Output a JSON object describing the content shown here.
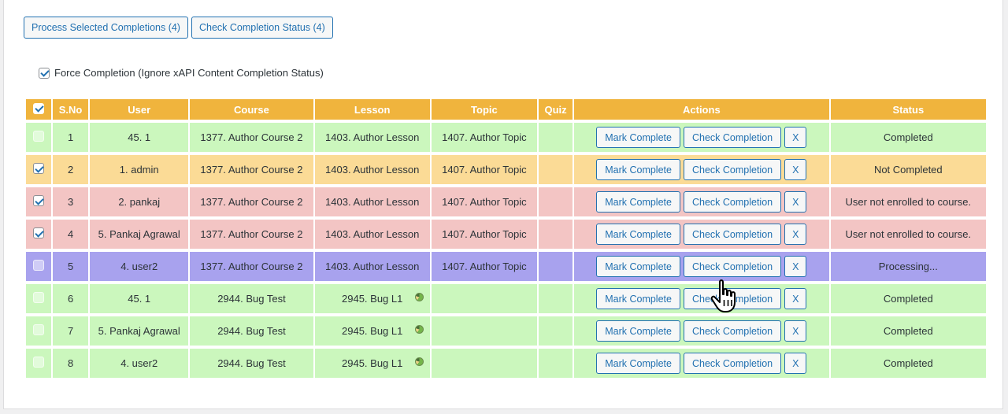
{
  "toolbar": {
    "process_label": "Process Selected Completions (4)",
    "check_label": "Check Completion Status (4)"
  },
  "force_option": {
    "label": "Force Completion (Ignore xAPI Content Completion Status)",
    "checked": true
  },
  "table": {
    "headers": {
      "sno": "S.No",
      "user": "User",
      "course": "Course",
      "lesson": "Lesson",
      "topic": "Topic",
      "quiz": "Quiz",
      "actions": "Actions",
      "status": "Status"
    },
    "actions": {
      "mark": "Mark Complete",
      "check": "Check Completion",
      "x": "X"
    },
    "rows": [
      {
        "sno": "1",
        "user": "45. 1",
        "course": "1377. Author Course 2",
        "lesson": "1403. Author Lesson",
        "topic": "1407. Author Topic",
        "quiz": "",
        "status": "Completed"
      },
      {
        "sno": "2",
        "user": "1. admin",
        "course": "1377. Author Course 2",
        "lesson": "1403. Author Lesson",
        "topic": "1407. Author Topic",
        "quiz": "",
        "status": "Not Completed"
      },
      {
        "sno": "3",
        "user": "2. pankaj",
        "course": "1377. Author Course 2",
        "lesson": "1403. Author Lesson",
        "topic": "1407. Author Topic",
        "quiz": "",
        "status": "User not enrolled to course."
      },
      {
        "sno": "4",
        "user": "5. Pankaj Agrawal",
        "course": "1377. Author Course 2",
        "lesson": "1403. Author Lesson",
        "topic": "1407. Author Topic",
        "quiz": "",
        "status": "User not enrolled to course."
      },
      {
        "sno": "5",
        "user": "4. user2",
        "course": "1377. Author Course 2",
        "lesson": "1403. Author Lesson",
        "topic": "1407. Author Topic",
        "quiz": "",
        "status": "Processing..."
      },
      {
        "sno": "6",
        "user": "45. 1",
        "course": "2944. Bug Test",
        "lesson": "2945. Bug L1",
        "topic": "",
        "quiz": "",
        "status": "Completed"
      },
      {
        "sno": "7",
        "user": "5. Pankaj Agrawal",
        "course": "2944. Bug Test",
        "lesson": "2945. Bug L1",
        "topic": "",
        "quiz": "",
        "status": "Completed"
      },
      {
        "sno": "8",
        "user": "4. user2",
        "course": "2944. Bug Test",
        "lesson": "2945. Bug L1",
        "topic": "",
        "quiz": "",
        "status": "Completed"
      }
    ]
  },
  "colors": {
    "header_bg": "#f0b43d",
    "completed_row": "#cbf7bd",
    "not_completed_row": "#fbdb96",
    "not_enrolled_row": "#f3c5c4",
    "processing_row": "#a8a2ee",
    "button_blue": "#2271b1"
  },
  "icons": {
    "lesson_status_icon": "h5p-content-icon",
    "cursor": "hand-pointer-cursor"
  }
}
